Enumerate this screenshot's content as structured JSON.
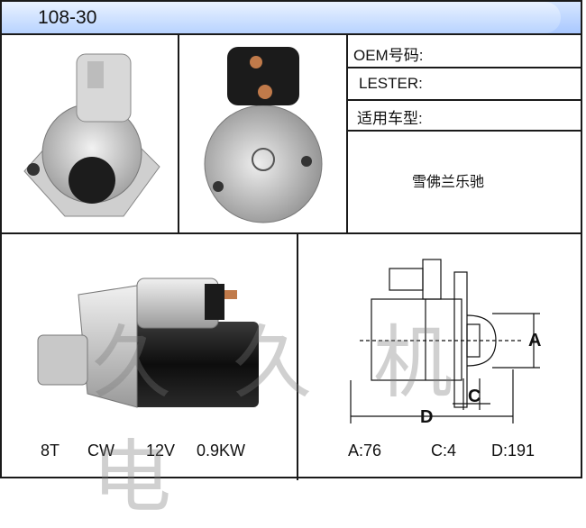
{
  "header": {
    "title": "108-30"
  },
  "info": {
    "oem_label": "OEM号码:",
    "lester_label": "LESTER:",
    "vehicle_label": "适用车型:",
    "vehicle_value": "雪佛兰乐驰"
  },
  "specs": {
    "teeth": "8T",
    "rotation": "CW",
    "voltage": "12V",
    "power": "0.9KW"
  },
  "dimensions": {
    "label_a": "A",
    "label_c": "C",
    "label_d": "D",
    "value_a": "A:76",
    "value_c": "C:4",
    "value_d": "D:191"
  },
  "watermark": "久 久 机 电"
}
